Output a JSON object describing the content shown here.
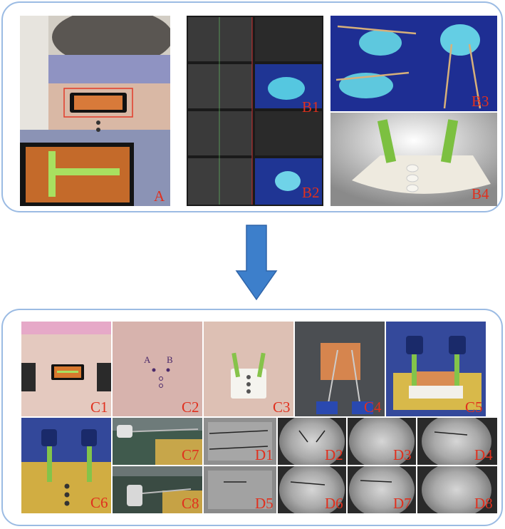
{
  "panels": {
    "A": "A",
    "B1": "B1",
    "B2": "B2",
    "B3": "B3",
    "B4": "B4",
    "C1": "C1",
    "C2": "C2",
    "C3": "C3",
    "C4": "C4",
    "C5": "C5",
    "C6": "C6",
    "C7": "C7",
    "C8": "C8",
    "D1": "D1",
    "D2": "D2",
    "D3": "D3",
    "D4": "D4",
    "D5": "D5",
    "D6": "D6",
    "D7": "D7",
    "D8": "D8"
  },
  "skin_marks": {
    "left": "A",
    "right": "B"
  },
  "colors": {
    "frame": "#9bbbe3",
    "label": "#e0301e",
    "arrow": "#3d7fcb"
  },
  "icons": [
    "arrow-down-icon"
  ]
}
